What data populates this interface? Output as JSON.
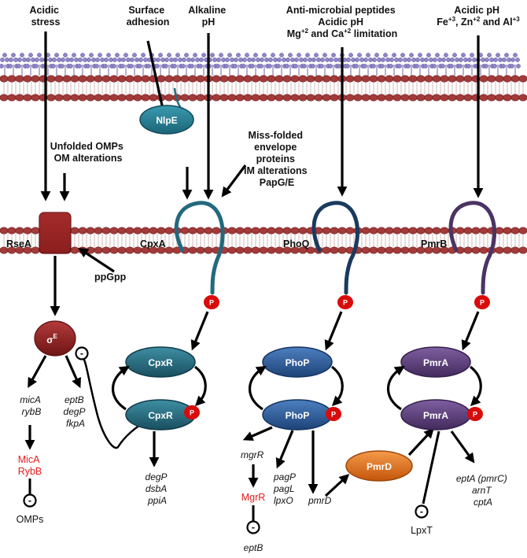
{
  "stimuli": {
    "acidic_stress": [
      "Acidic",
      "stress"
    ],
    "surface_adhesion": [
      "Surface",
      "adhesion"
    ],
    "alkaline_ph": [
      "Alkaline",
      "pH"
    ],
    "phoq_signals": [
      "Anti-microbial peptides",
      "Acidic pH",
      "Mg",
      "+2",
      " and Ca",
      "+2",
      " limitation"
    ],
    "pmrb_signals": [
      "Acidic pH",
      "Fe",
      "+3",
      ", Zn",
      "+2",
      " and Al",
      "+3"
    ],
    "unfolded": [
      "Unfolded OMPs",
      "OM alterations"
    ],
    "misfolded": [
      "Miss-folded",
      "envelope",
      "proteins",
      "IM alterations",
      "PapG/E"
    ],
    "ppgpp": "ppGpp"
  },
  "proteins": {
    "nlpe": "NlpE",
    "rsea": "RseA",
    "cpxa": "CpxA",
    "phoq": "PhoQ",
    "pmrb": "PmrB",
    "sigma": "σ",
    "sigma_sup": "E",
    "cpxr": "CpxR",
    "phop": "PhoP",
    "pmra": "PmrA",
    "pmrd": "PmrD",
    "phospho": "P"
  },
  "genes": {
    "sigma_left": [
      "micA",
      "rybB"
    ],
    "sigma_right": [
      "eptB",
      "degP",
      "fkpA"
    ],
    "cpx_targets": [
      "degP",
      "dsbA",
      "ppiA"
    ],
    "mgrr": "mgrR",
    "pho_targets": [
      "pagP",
      "pagL",
      "lpxO"
    ],
    "pmrd_gene": "pmrD",
    "pmr_targets": [
      "eptA (pmrC)",
      "arnT",
      "cptA"
    ],
    "eptb": "eptB"
  },
  "srnas": {
    "mica_rybb": [
      "MicA",
      "RybB"
    ],
    "mgrr": "MgrR"
  },
  "outputs": {
    "omps": "OMPs",
    "lpxt": "LpxT",
    "inhibit": "-"
  },
  "colors": {
    "membrane_red": "#a33a3a",
    "lipid_head": "#8f86c9",
    "rsea_fill": "#9b2323",
    "cpx_teal": "#23697d",
    "pho_blue": "#2c5a96",
    "pmr_purple": "#5b3d78",
    "pmrd_orange": "#e0701a",
    "phospho_red": "#d90b0b",
    "srna_red": "#e41c1c"
  }
}
